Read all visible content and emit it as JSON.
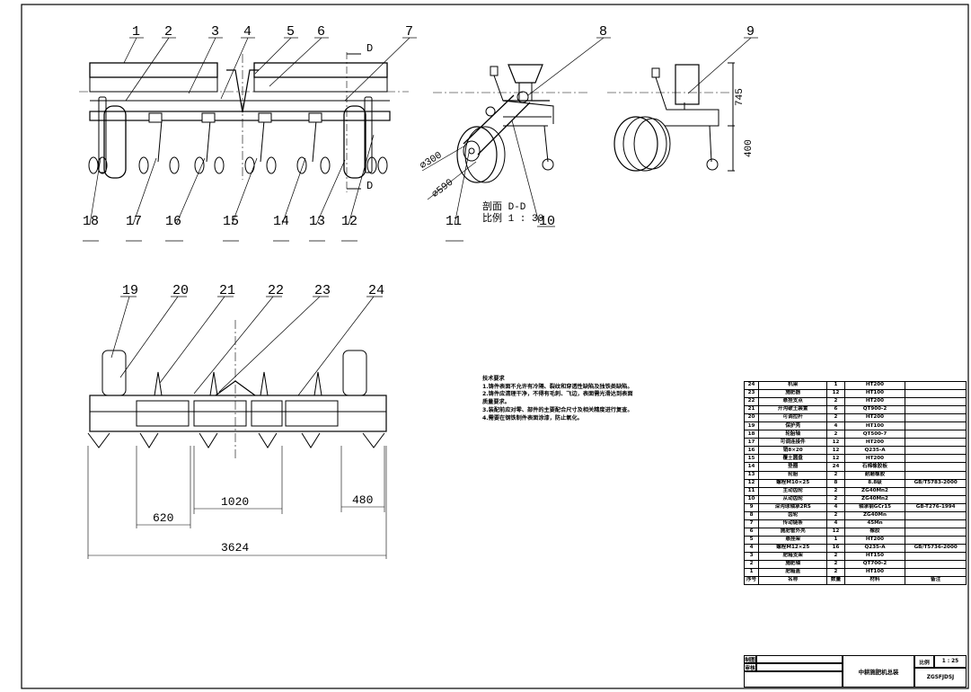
{
  "balloons_top": [
    "1",
    "2",
    "3",
    "4",
    "5",
    "6",
    "7",
    "8",
    "9"
  ],
  "balloons_bottom": [
    "18",
    "17",
    "16",
    "15",
    "14",
    "13",
    "12",
    "11",
    "10"
  ],
  "balloons_plan": [
    "19",
    "20",
    "21",
    "22",
    "23",
    "24"
  ],
  "section_mark": "D",
  "section_caption_1": "剖面 D-D",
  "section_caption_2": "比例 1 : 30",
  "dims": {
    "d300": "⌀300",
    "d590": "⌀590",
    "h745": "745",
    "h400": "400",
    "w620": "620",
    "w1020": "1020",
    "w480": "480",
    "w3624": "3624"
  },
  "notes": [
    "技术要求",
    "1.铸件表面不允许有冷隔、裂纹和穿透性缺陷及独铁类缺陷。",
    "2.铸件应清理干净，不得有毛刺、飞边，表面需光滑达到表面质量要求。",
    "3.装配前应对零、部件的主要配合尺寸及相关精度进行复查。",
    "4.需要在钢铁制件表面涂漆，防止氧化。"
  ],
  "bom": [
    [
      "24",
      "机架",
      "1",
      "HT200",
      ""
    ],
    [
      "23",
      "施肥器",
      "12",
      "HT100",
      ""
    ],
    [
      "22",
      "悬挂支点",
      "2",
      "HT200",
      ""
    ],
    [
      "21",
      "开沟破土装置",
      "6",
      "QT900-2",
      ""
    ],
    [
      "20",
      "可调拉杆",
      "2",
      "HT200",
      ""
    ],
    [
      "19",
      "保护壳",
      "4",
      "HT100",
      ""
    ],
    [
      "18",
      "轮胎轴",
      "2",
      "QT500-7",
      ""
    ],
    [
      "17",
      "可调连接件",
      "12",
      "HT200",
      ""
    ],
    [
      "16",
      "销8×20",
      "12",
      "Q235-A",
      ""
    ],
    [
      "15",
      "覆土圆盘",
      "12",
      "HT200",
      ""
    ],
    [
      "14",
      "垫圈",
      "24",
      "石棉橡胶板",
      ""
    ],
    [
      "13",
      "轮胎",
      "2",
      "耐磨橡胶",
      ""
    ],
    [
      "12",
      "螺栓M10×25",
      "8",
      "8.8级",
      "GB/T5783-2000"
    ],
    [
      "11",
      "主动齿轮",
      "2",
      "ZG40Mn2",
      ""
    ],
    [
      "10",
      "从动齿轮",
      "2",
      "ZG40Mn2",
      ""
    ],
    [
      "9",
      "深沟球轴承2RS",
      "4",
      "轴承钢GCr15",
      "GB-T276-1994"
    ],
    [
      "8",
      "齿轮",
      "2",
      "ZG40Mn",
      ""
    ],
    [
      "7",
      "传动链条",
      "4",
      "45Mn",
      ""
    ],
    [
      "6",
      "施肥管外壳",
      "12",
      "橡胶",
      ""
    ],
    [
      "5",
      "悬挂架",
      "1",
      "HT200",
      ""
    ],
    [
      "4",
      "螺栓M12×25",
      "16",
      "Q235-A",
      "GB/T5736-2000"
    ],
    [
      "3",
      "肥箱支架",
      "2",
      "HT150",
      ""
    ],
    [
      "2",
      "施肥轴",
      "2",
      "QT700-2",
      ""
    ],
    [
      "1",
      "肥箱盖",
      "2",
      "HT100",
      ""
    ]
  ],
  "bom_header": [
    "序号",
    "名称",
    "数量",
    "材料",
    "备注"
  ],
  "title_block": {
    "drawn": "制图",
    "checked": "审核",
    "name": "中耕施肥机总装",
    "scale_label": "比例",
    "scale_value": "1 : 25",
    "code": "ZGSFJDSJ"
  }
}
